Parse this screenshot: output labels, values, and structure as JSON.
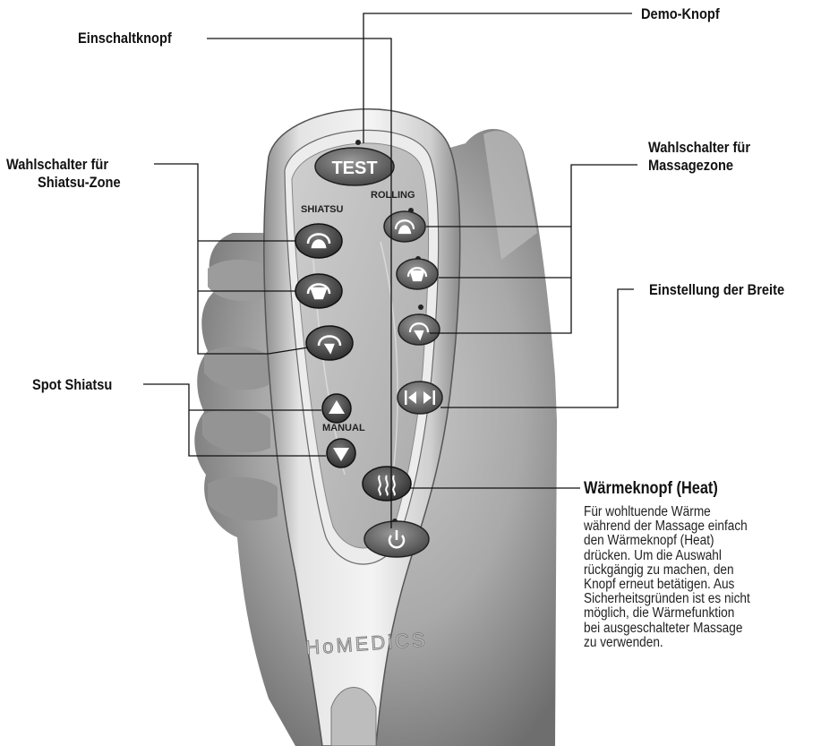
{
  "labels": {
    "demo_button": "Demo-Knopf",
    "power_button": "Einschaltknopf",
    "shiatsu_zone_1": "Wahlschalter für",
    "shiatsu_zone_2": "Shiatsu-Zone",
    "massage_zone_1": "Wahlschalter für",
    "massage_zone_2": "Massagezone",
    "width_setting": "Einstellung der Breite",
    "spot_shiatsu": "Spot Shiatsu",
    "heat_title": "Wärmeknopf (Heat)"
  },
  "heat_description": [
    "Für wohltuende Wärme",
    "während der Massage einfach",
    "den Wärmeknopf (Heat)",
    "drücken. Um die Auswahl",
    "rückgängig zu machen, den",
    "Knopf erneut betätigen. Aus",
    "Sicherheitsgründen ist es nicht",
    "möglich, die Wärmefunktion",
    "bei ausgeschalteter Massage",
    "zu verwenden."
  ],
  "remote": {
    "test_label": "TEST",
    "shiatsu_label": "SHIATSU",
    "rolling_label": "ROLLING",
    "manual_label": "MANUAL",
    "brand": "HoMEDiCS"
  }
}
